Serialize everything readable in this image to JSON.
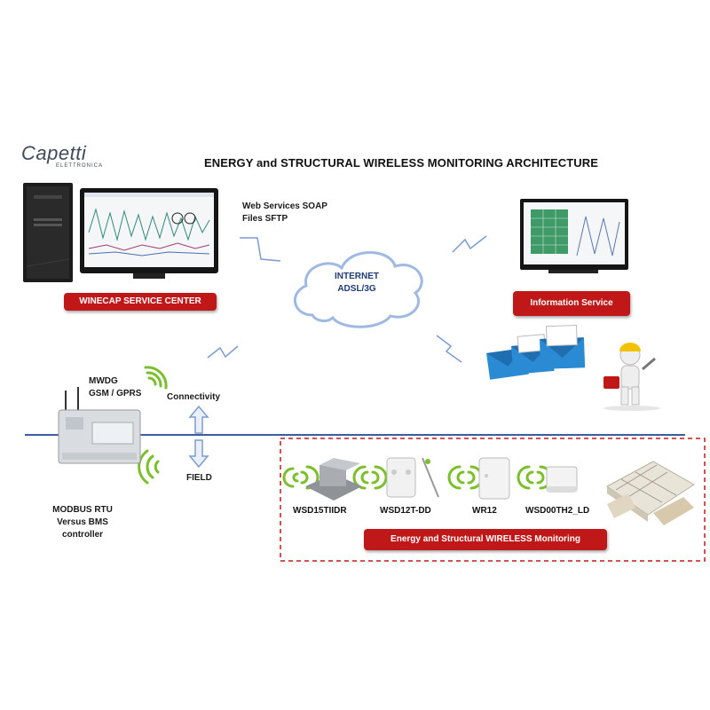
{
  "header": {
    "logo_text": "Capetti",
    "logo_subtext": "ELETTRONICA",
    "title": "ENERGY and STRUCTURAL WIRELESS MONITORING ARCHITECTURE"
  },
  "protocols": {
    "line1": "Web Services SOAP",
    "line2": "Files SFTP"
  },
  "internet": {
    "line1": "INTERNET",
    "line2": "ADSL/3G"
  },
  "service_center": {
    "label": "WINECAP SERVICE CENTER"
  },
  "information_service": {
    "label": "Information Service"
  },
  "gateway": {
    "line1": "MWDG",
    "line2": "GSM / GPRS",
    "connectivity": "Connectivity",
    "field": "FIELD",
    "modbus_line1": "MODBUS RTU",
    "modbus_line2": "Versus BMS",
    "modbus_line3": "controller"
  },
  "sensors": [
    {
      "label": "WSD15TIIDR"
    },
    {
      "label": "WSD12T-DD"
    },
    {
      "label": "WR12"
    },
    {
      "label": "WSD00TH2_LD"
    }
  ],
  "wireless_monitoring": {
    "label": "Energy and Structural WIRELESS Monitoring"
  },
  "colors": {
    "accent_red": "#c01818",
    "wifi_green": "#7bbf2a",
    "bus_blue": "#3a5f9a",
    "cloud_border": "#9fb9e3"
  }
}
